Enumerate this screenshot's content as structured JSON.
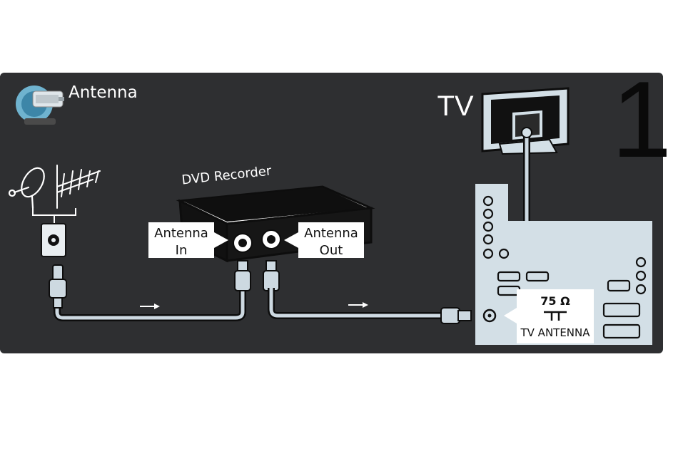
{
  "header": {
    "title": "Antenna",
    "icon": "antenna-plug-icon"
  },
  "step_number": "1",
  "tv": {
    "label": "TV"
  },
  "dvd_recorder": {
    "label": "DVD Recorder",
    "antenna_in": {
      "line1": "Antenna",
      "line2": "In"
    },
    "antenna_out": {
      "line1": "Antenna",
      "line2": "Out"
    }
  },
  "tv_antenna_port": {
    "impedance": "75 Ω",
    "label": "TV ANTENNA"
  },
  "colors": {
    "panel_background": "#2e2f31",
    "tv_panel": "#d3dfe6",
    "cable": "#cdd9e1",
    "cable_outline": "#101010",
    "label_background": "#ffffff"
  }
}
